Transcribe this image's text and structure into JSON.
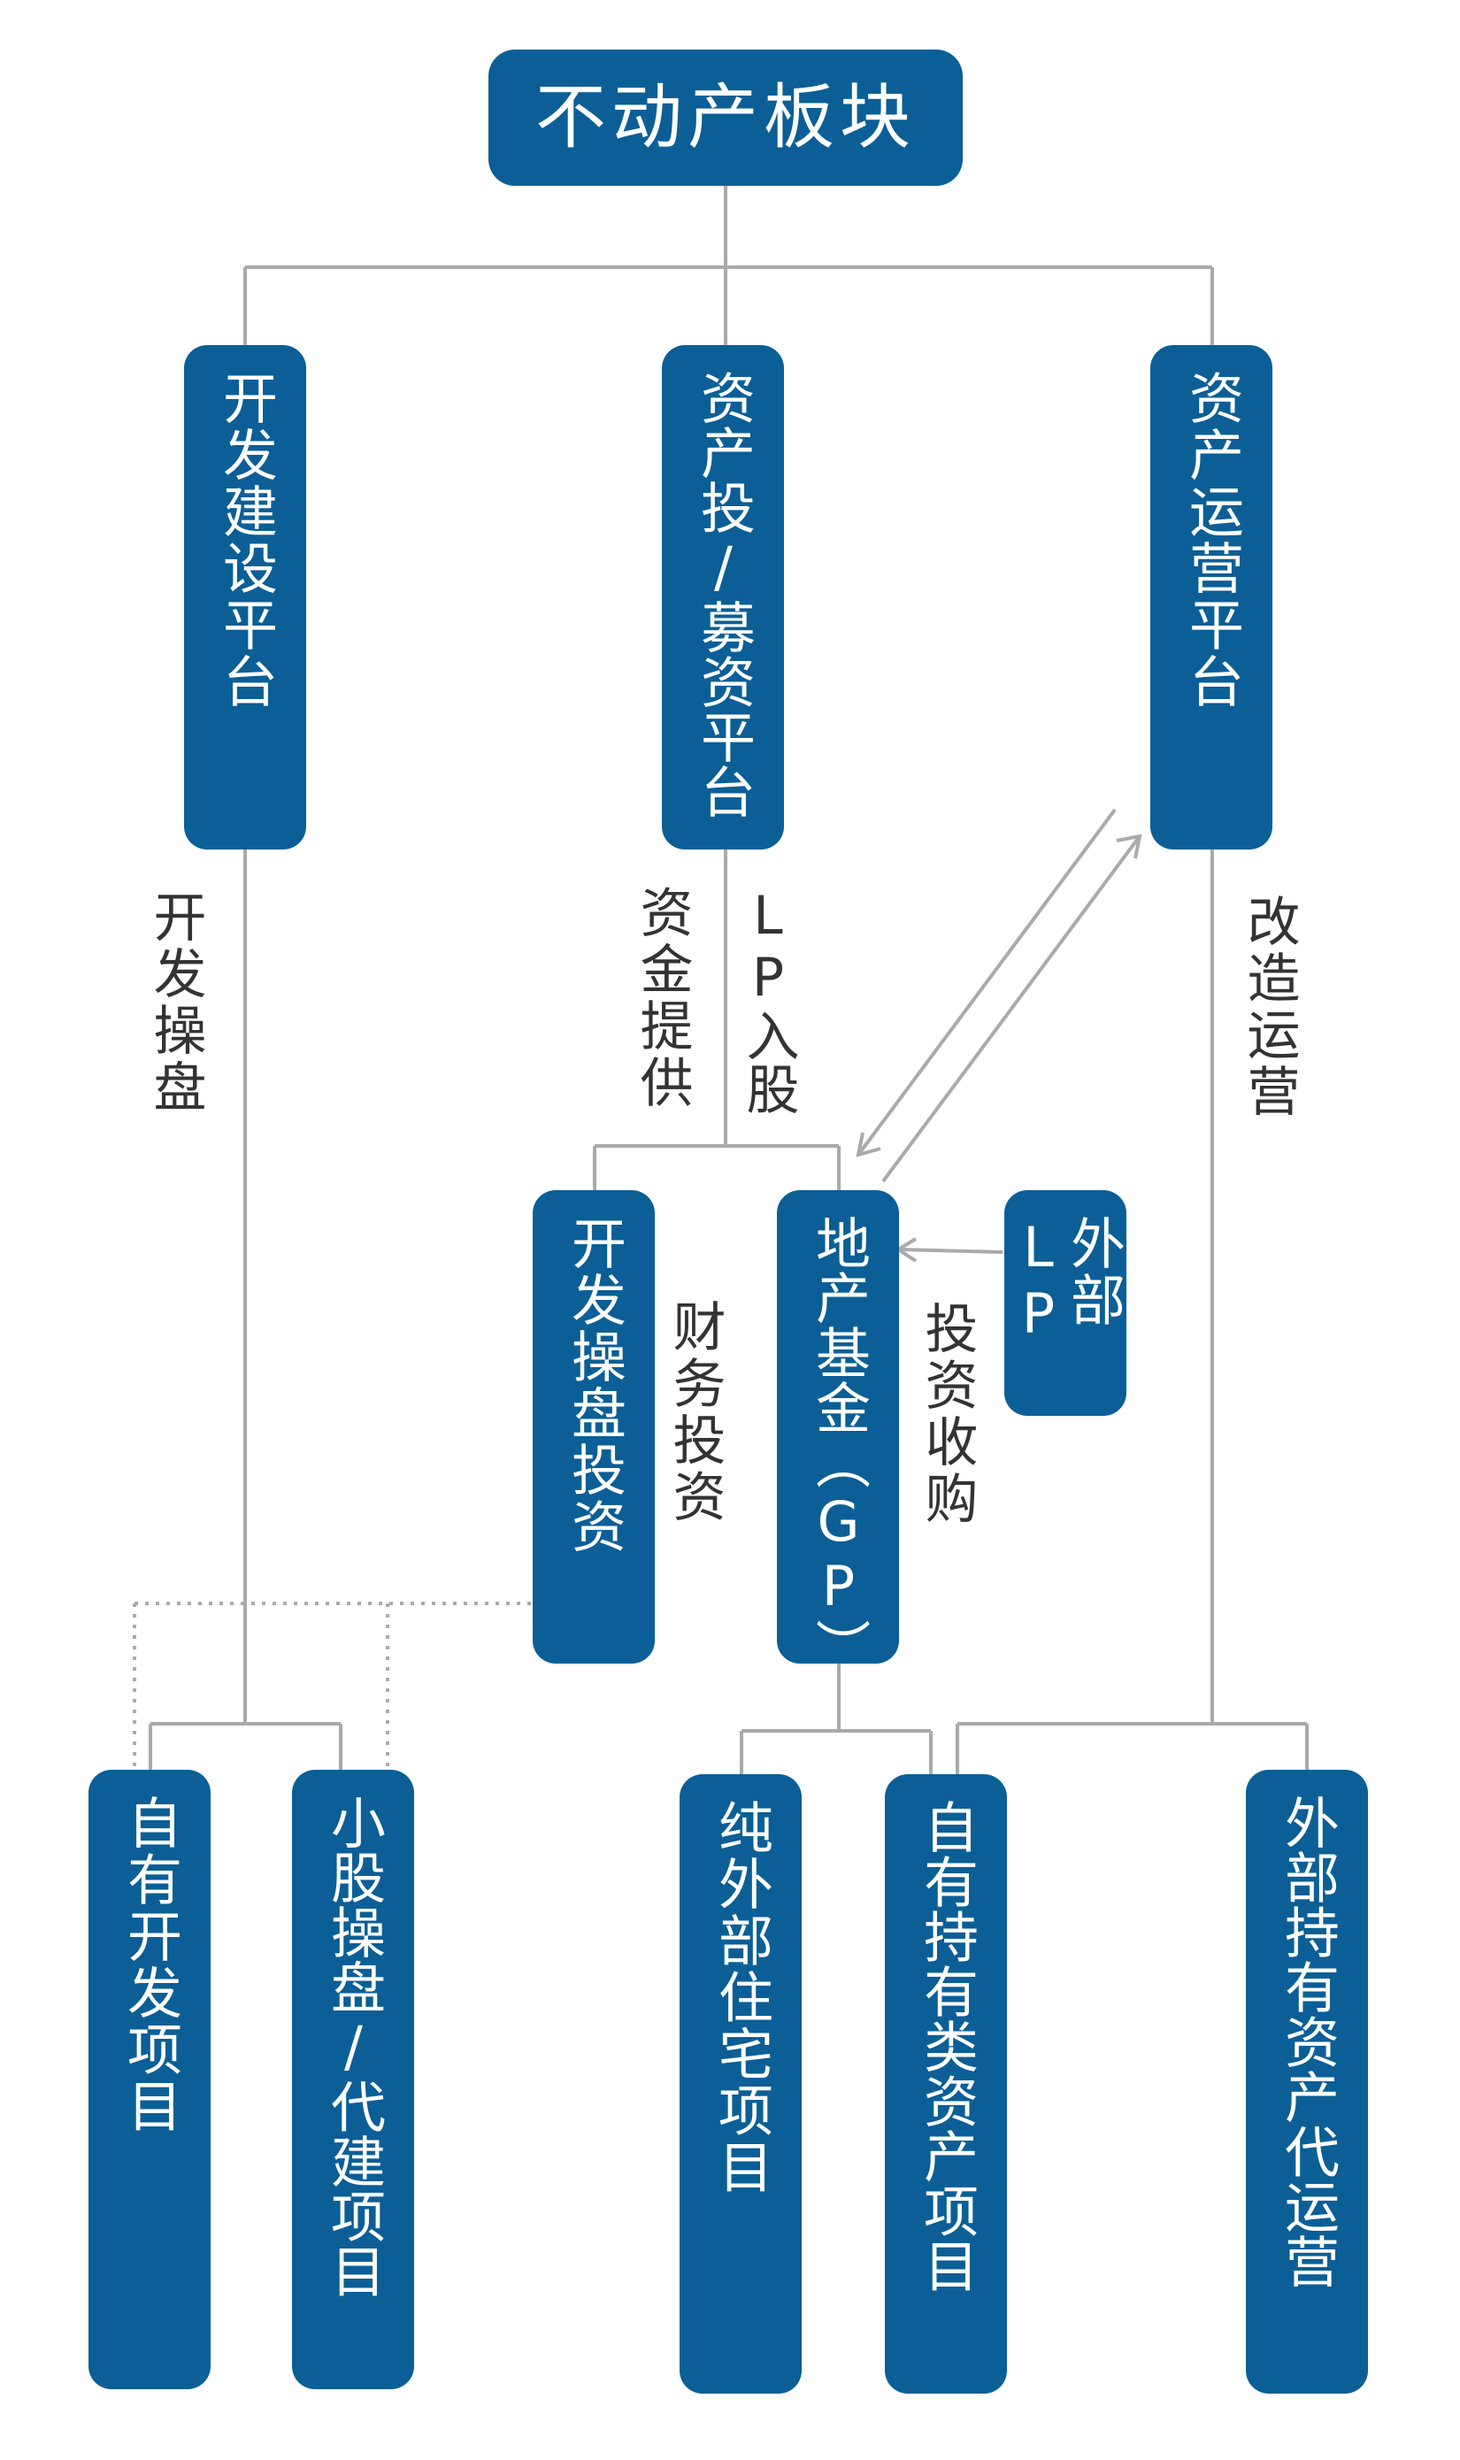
{
  "root": "不动产板块",
  "platforms": {
    "dev": "开发建设平台",
    "invest": "资产投/募资平台",
    "ops": "资产运营平台"
  },
  "mid": {
    "dev_invest": "开发操盘投资",
    "fund": "地产基金（GP）",
    "external_lp": "外部LP"
  },
  "projects": {
    "own_dev": "自有开发项目",
    "minority": "小股操盘/代建项目",
    "external_res": "纯外部住宅项目",
    "own_hold": "自有持有类资产项目",
    "external_ops": "外部持有资产代运营"
  },
  "labels": {
    "dev_ops": "开发操盘",
    "funding": "资金提供",
    "lp_join": "LP入股",
    "renovate_ops": "改造运营",
    "fin_invest": "财务投资",
    "acquisition": "投资收购"
  },
  "colors": {
    "node": "#0b5f96",
    "line": "#aaaaaa",
    "text": "#333333"
  }
}
